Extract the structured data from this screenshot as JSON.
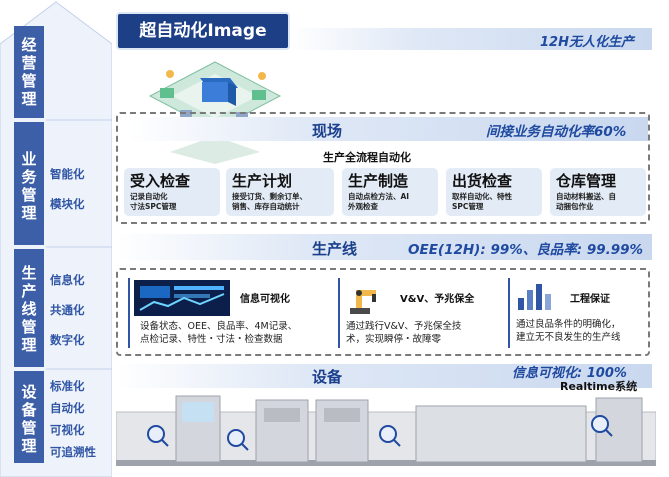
{
  "header": {
    "title": "超自动化Image",
    "top_band_text": "12H无人化生产"
  },
  "layers": [
    {
      "title": "经营管理",
      "tags": []
    },
    {
      "title": "业务管理",
      "tags": [
        "智能化",
        "模块化"
      ]
    },
    {
      "title": "生产线管理",
      "tags": [
        "信息化",
        "共通化",
        "数字化"
      ]
    },
    {
      "title": "设备管理",
      "tags": [
        "标准化",
        "自动化",
        "可视化",
        "可追溯性"
      ]
    }
  ],
  "factory": {
    "label": "现场",
    "metric": "间接业务自动化率60%",
    "subtitle": "生产全流程自动化",
    "processes": [
      {
        "title": "受入检查",
        "desc": "记录自动化\n寸法SPC管理"
      },
      {
        "title": "生产计划",
        "desc": "接受订货、剩余订单、\n销售、库存自动统计"
      },
      {
        "title": "生产制造",
        "desc": "自动点检方法、AI\n外观检查"
      },
      {
        "title": "出货检查",
        "desc": "取样自动化、特性\nSPC管理"
      },
      {
        "title": "仓库管理",
        "desc": "自动材料搬送、自\n动捆包作业"
      }
    ]
  },
  "line": {
    "label": "生产线",
    "metric": "OEE(12H): 99%、良品率: 99.99%",
    "items": [
      {
        "title": "信息可视化",
        "desc": "设备状态、OEE、良品率、4M记录、\n点检记录、特性・寸法・检查数据",
        "icon": "dashboard-screen-icon"
      },
      {
        "title": "V&V、予兆保全",
        "desc": "通过践行V&V、予兆保全技\n术，实现瞬停・故障零",
        "icon": "robot-arm-icon"
      },
      {
        "title": "工程保证",
        "desc": "通过良品条件的明确化，\n建立无不良发生的生产线",
        "icon": "bar-chart-icon"
      }
    ]
  },
  "equipment": {
    "label": "设备",
    "metric": "信息可视化: 100%",
    "system": "Realtime系统"
  },
  "colors": {
    "navy": "#1d3f86",
    "blue": "#2f55a4",
    "arrow_fill": "#3c5fa8",
    "band": "#c9d8ef",
    "card": "#e3ebf6"
  }
}
